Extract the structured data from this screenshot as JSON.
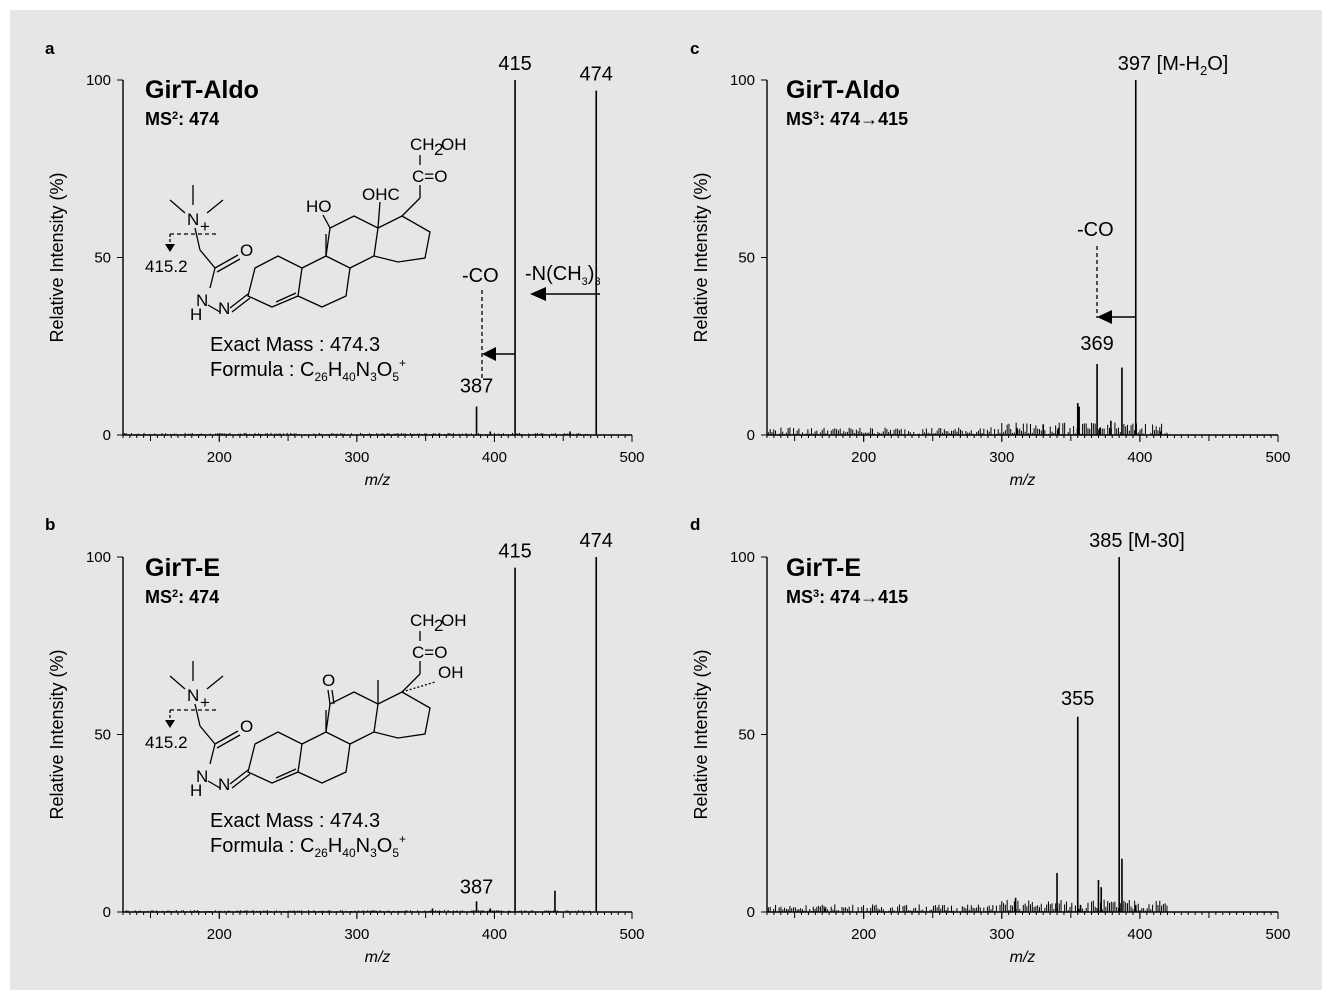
{
  "chart_data": [
    {
      "type": "bar",
      "panel_label": "a",
      "title": "GirT-Aldo",
      "subtitle_prefix": "MS",
      "subtitle_sup": "2",
      "subtitle_suffix": ": 474",
      "xlabel": "m/z",
      "ylabel": "Relative Intensity (%)",
      "xlim": [
        130,
        500
      ],
      "ylim": [
        0,
        100
      ],
      "xticks": [
        200,
        300,
        400,
        500
      ],
      "yticks": [
        0,
        50,
        100
      ],
      "peaks": [
        {
          "mz": 387,
          "intensity": 8,
          "label": "387"
        },
        {
          "mz": 415,
          "intensity": 100,
          "label": "415"
        },
        {
          "mz": 474,
          "intensity": 97,
          "label": "474"
        },
        {
          "mz": 397,
          "intensity": 1
        },
        {
          "mz": 455,
          "intensity": 1
        },
        {
          "mz": 360,
          "intensity": 0.5
        }
      ],
      "annotations": {
        "neutral_loss_1": "-N(CH3)3",
        "neutral_loss_2": "-CO",
        "frag_mz": "415.2",
        "exact_mass": "Exact Mass : 474.3",
        "formula": "Formula : C26H40N3O5+",
        "substituents": {
          "ch2oh": "CH2OH",
          "carbonyl": "C=O",
          "ho": "HO",
          "ohc": "OHC",
          "n_plus": "N+",
          "o": "O",
          "nh": "H",
          "n": "N"
        }
      }
    },
    {
      "type": "bar",
      "panel_label": "b",
      "title": "GirT-E",
      "subtitle_prefix": "MS",
      "subtitle_sup": "2",
      "subtitle_suffix": ": 474",
      "xlabel": "m/z",
      "ylabel": "Relative Intensity (%)",
      "xlim": [
        130,
        500
      ],
      "ylim": [
        0,
        100
      ],
      "xticks": [
        200,
        300,
        400,
        500
      ],
      "yticks": [
        0,
        50,
        100
      ],
      "peaks": [
        {
          "mz": 387,
          "intensity": 3,
          "label": "387"
        },
        {
          "mz": 415,
          "intensity": 97,
          "label": "415"
        },
        {
          "mz": 474,
          "intensity": 100,
          "label": "474"
        },
        {
          "mz": 444,
          "intensity": 6
        },
        {
          "mz": 355,
          "intensity": 1
        },
        {
          "mz": 397,
          "intensity": 1
        }
      ],
      "annotations": {
        "frag_mz": "415.2",
        "exact_mass": "Exact Mass : 474.3",
        "formula": "Formula : C26H40N3O5+",
        "substituents": {
          "ch2oh": "CH2OH",
          "carbonyl": "C=O",
          "oh": "OH",
          "keto": "O",
          "n_plus": "N+",
          "o": "O",
          "nh": "H",
          "n": "N"
        }
      }
    },
    {
      "type": "bar",
      "panel_label": "c",
      "title": "GirT-Aldo",
      "subtitle_prefix": "MS",
      "subtitle_sup": "3",
      "subtitle_suffix": ": 474→415",
      "xlabel": "m/z",
      "ylabel": "Relative Intensity (%)",
      "xlim": [
        130,
        500
      ],
      "ylim": [
        0,
        100
      ],
      "xticks": [
        200,
        300,
        400,
        500
      ],
      "yticks": [
        0,
        50,
        100
      ],
      "peaks": [
        {
          "mz": 397,
          "intensity": 100,
          "label": "397 [M-H2O]"
        },
        {
          "mz": 369,
          "intensity": 20,
          "label": "369"
        },
        {
          "mz": 387,
          "intensity": 19
        },
        {
          "mz": 355,
          "intensity": 9
        },
        {
          "mz": 356,
          "intensity": 8
        },
        {
          "mz": 379,
          "intensity": 4
        },
        {
          "mz": 371,
          "intensity": 2
        },
        {
          "mz": 330,
          "intensity": 3
        },
        {
          "mz": 311,
          "intensity": 2
        },
        {
          "mz": 341,
          "intensity": 2
        },
        {
          "mz": 415,
          "intensity": 1
        }
      ],
      "annotations": {
        "neutral_loss": "-CO"
      }
    },
    {
      "type": "bar",
      "panel_label": "d",
      "title": "GirT-E",
      "subtitle_prefix": "MS",
      "subtitle_sup": "3",
      "subtitle_suffix": ": 474→415",
      "xlabel": "m/z",
      "ylabel": "Relative Intensity (%)",
      "xlim": [
        130,
        500
      ],
      "ylim": [
        0,
        100
      ],
      "xticks": [
        200,
        300,
        400,
        500
      ],
      "yticks": [
        0,
        50,
        100
      ],
      "peaks": [
        {
          "mz": 385,
          "intensity": 100,
          "label": "385 [M-30]"
        },
        {
          "mz": 355,
          "intensity": 55,
          "label": "355"
        },
        {
          "mz": 387,
          "intensity": 15
        },
        {
          "mz": 340,
          "intensity": 11
        },
        {
          "mz": 370,
          "intensity": 9
        },
        {
          "mz": 372,
          "intensity": 7
        },
        {
          "mz": 310,
          "intensity": 4
        },
        {
          "mz": 357,
          "intensity": 2
        },
        {
          "mz": 397,
          "intensity": 2
        },
        {
          "mz": 172,
          "intensity": 1
        }
      ],
      "annotations": {}
    }
  ]
}
